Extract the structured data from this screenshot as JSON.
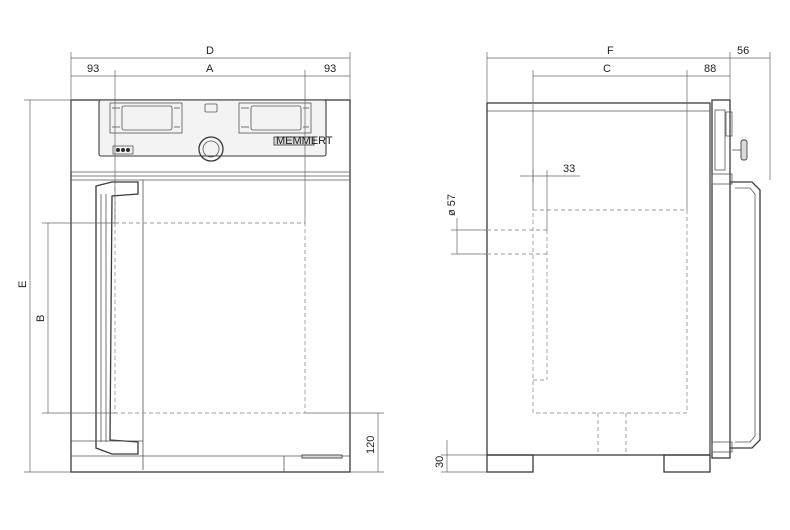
{
  "front_view": {
    "dims": {
      "overall_width": "D",
      "inner_width": "A",
      "left_offset": "93",
      "right_offset": "93",
      "overall_height": "E",
      "inner_height": "B",
      "floor_clearance": "120"
    },
    "brand_label": "MEMMERT"
  },
  "side_view": {
    "dims": {
      "overall_depth": "F",
      "inner_depth": "C",
      "door_offset": "88",
      "handle_depth": "56",
      "port_offset": "33",
      "port_diameter": "ø 57",
      "foot_height": "30"
    }
  }
}
